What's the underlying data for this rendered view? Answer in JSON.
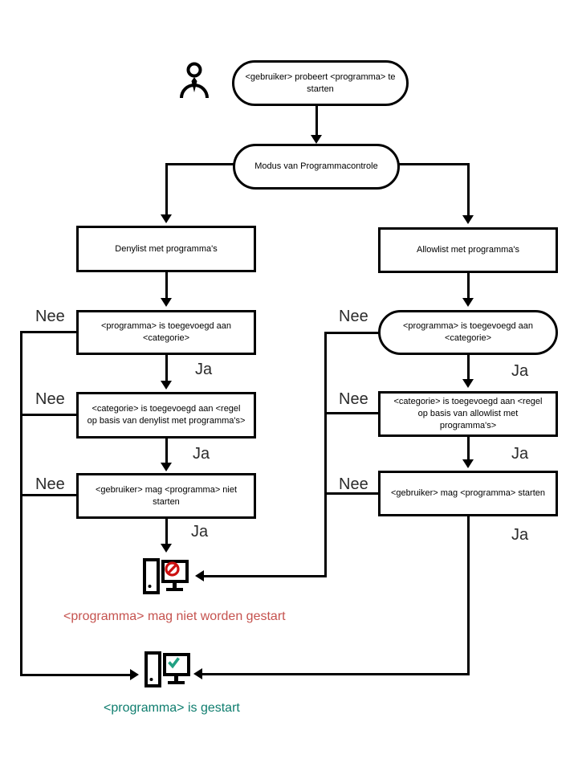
{
  "flowchart": {
    "nodes": {
      "start": "<gebruiker> probeert <programma> te starten",
      "mode": "Modus van Programmacontrole",
      "denylist": "Denylist met programma's",
      "allowlist": "Allowlist met programma's",
      "deny_program_check": "<programma> is toegevoegd aan <categorie>",
      "allow_program_check": "<programma> is toegevoegd aan <categorie>",
      "deny_category_check": "<categorie> is toegevoegd aan <regel op basis van denylist met programma's>",
      "allow_category_check": "<categorie> is toegevoegd aan <regel op basis van allowlist met programma's>",
      "deny_result": "<gebruiker> mag <programma> niet starten",
      "allow_result": "<gebruiker> mag <programma> starten"
    },
    "edge_labels": {
      "yes": "Ja",
      "no": "Nee"
    },
    "outcomes": {
      "blocked": "<programma> mag niet worden gestart",
      "started": "<programma> is gestart"
    },
    "icons": {
      "actor": "person-icon",
      "blocked": "computer-blocked-icon",
      "started": "computer-started-icon"
    },
    "colors": {
      "line": "#000000",
      "blocked_text": "#c5524e",
      "started_text": "#0e7d6e",
      "prohibit_sign": "#cc1010",
      "check_mark": "#21a183"
    }
  }
}
